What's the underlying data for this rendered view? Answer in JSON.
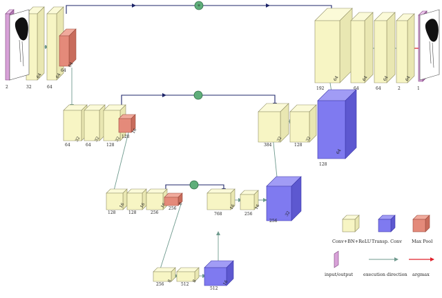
{
  "colors": {
    "conv": "#f7f5c4",
    "conv_stroke": "#8f8d62",
    "transp": "#7f7af0",
    "transp_stroke": "#3c37a8",
    "pool": "#e48a7a",
    "pool_stroke": "#9a4a3c",
    "io": "#d8a2d8",
    "io_stroke": "#7a3f7a",
    "exec_arrow": "#6f9a8e",
    "skip_line": "#1c2468",
    "argmax": "#e0202a",
    "concat_node": "#5fae7a"
  },
  "blocks": [
    {
      "kind": "io",
      "labels": [
        "2"
      ]
    },
    {
      "kind": "conv",
      "labels": [
        "32",
        "64"
      ]
    },
    {
      "kind": "conv",
      "labels": [
        "64",
        "64"
      ]
    },
    {
      "kind": "pool",
      "labels": [
        "64",
        "64"
      ]
    },
    {
      "kind": "conv",
      "labels": [
        "64",
        "32"
      ]
    },
    {
      "kind": "conv",
      "labels": [
        "64",
        "32"
      ]
    },
    {
      "kind": "conv",
      "labels": [
        "128",
        "32"
      ]
    },
    {
      "kind": "pool",
      "labels": [
        "128",
        "16"
      ]
    },
    {
      "kind": "conv",
      "labels": [
        "128",
        "16"
      ]
    },
    {
      "kind": "conv",
      "labels": [
        "128",
        "16"
      ]
    },
    {
      "kind": "conv",
      "labels": [
        "256",
        "16"
      ]
    },
    {
      "kind": "pool",
      "labels": [
        "256",
        "8"
      ]
    },
    {
      "kind": "conv",
      "labels": [
        "256",
        "8"
      ]
    },
    {
      "kind": "conv",
      "labels": [
        "512",
        "8"
      ]
    },
    {
      "kind": "transp",
      "labels": [
        "512",
        "16"
      ]
    },
    {
      "kind": "conv",
      "labels": [
        "768",
        "16"
      ]
    },
    {
      "kind": "conv",
      "labels": [
        "256",
        "16"
      ]
    },
    {
      "kind": "transp",
      "labels": [
        "256",
        "32"
      ]
    },
    {
      "kind": "conv",
      "labels": [
        "384",
        "32"
      ]
    },
    {
      "kind": "conv",
      "labels": [
        "128",
        "32"
      ]
    },
    {
      "kind": "transp",
      "labels": [
        "128",
        "64"
      ]
    },
    {
      "kind": "conv",
      "labels": [
        "192",
        "64"
      ]
    },
    {
      "kind": "conv",
      "labels": [
        "64",
        "64"
      ]
    },
    {
      "kind": "conv",
      "labels": [
        "64",
        "64"
      ]
    },
    {
      "kind": "conv",
      "labels": [
        "2",
        "64"
      ]
    },
    {
      "kind": "io",
      "labels": [
        "1"
      ]
    }
  ],
  "legend": {
    "conv": "Conv+BN+ReLU",
    "transp": "Transp. Conv",
    "pool": "Max Pool",
    "io": "input/output",
    "exec": "execution direction",
    "argmax": "argmax"
  }
}
